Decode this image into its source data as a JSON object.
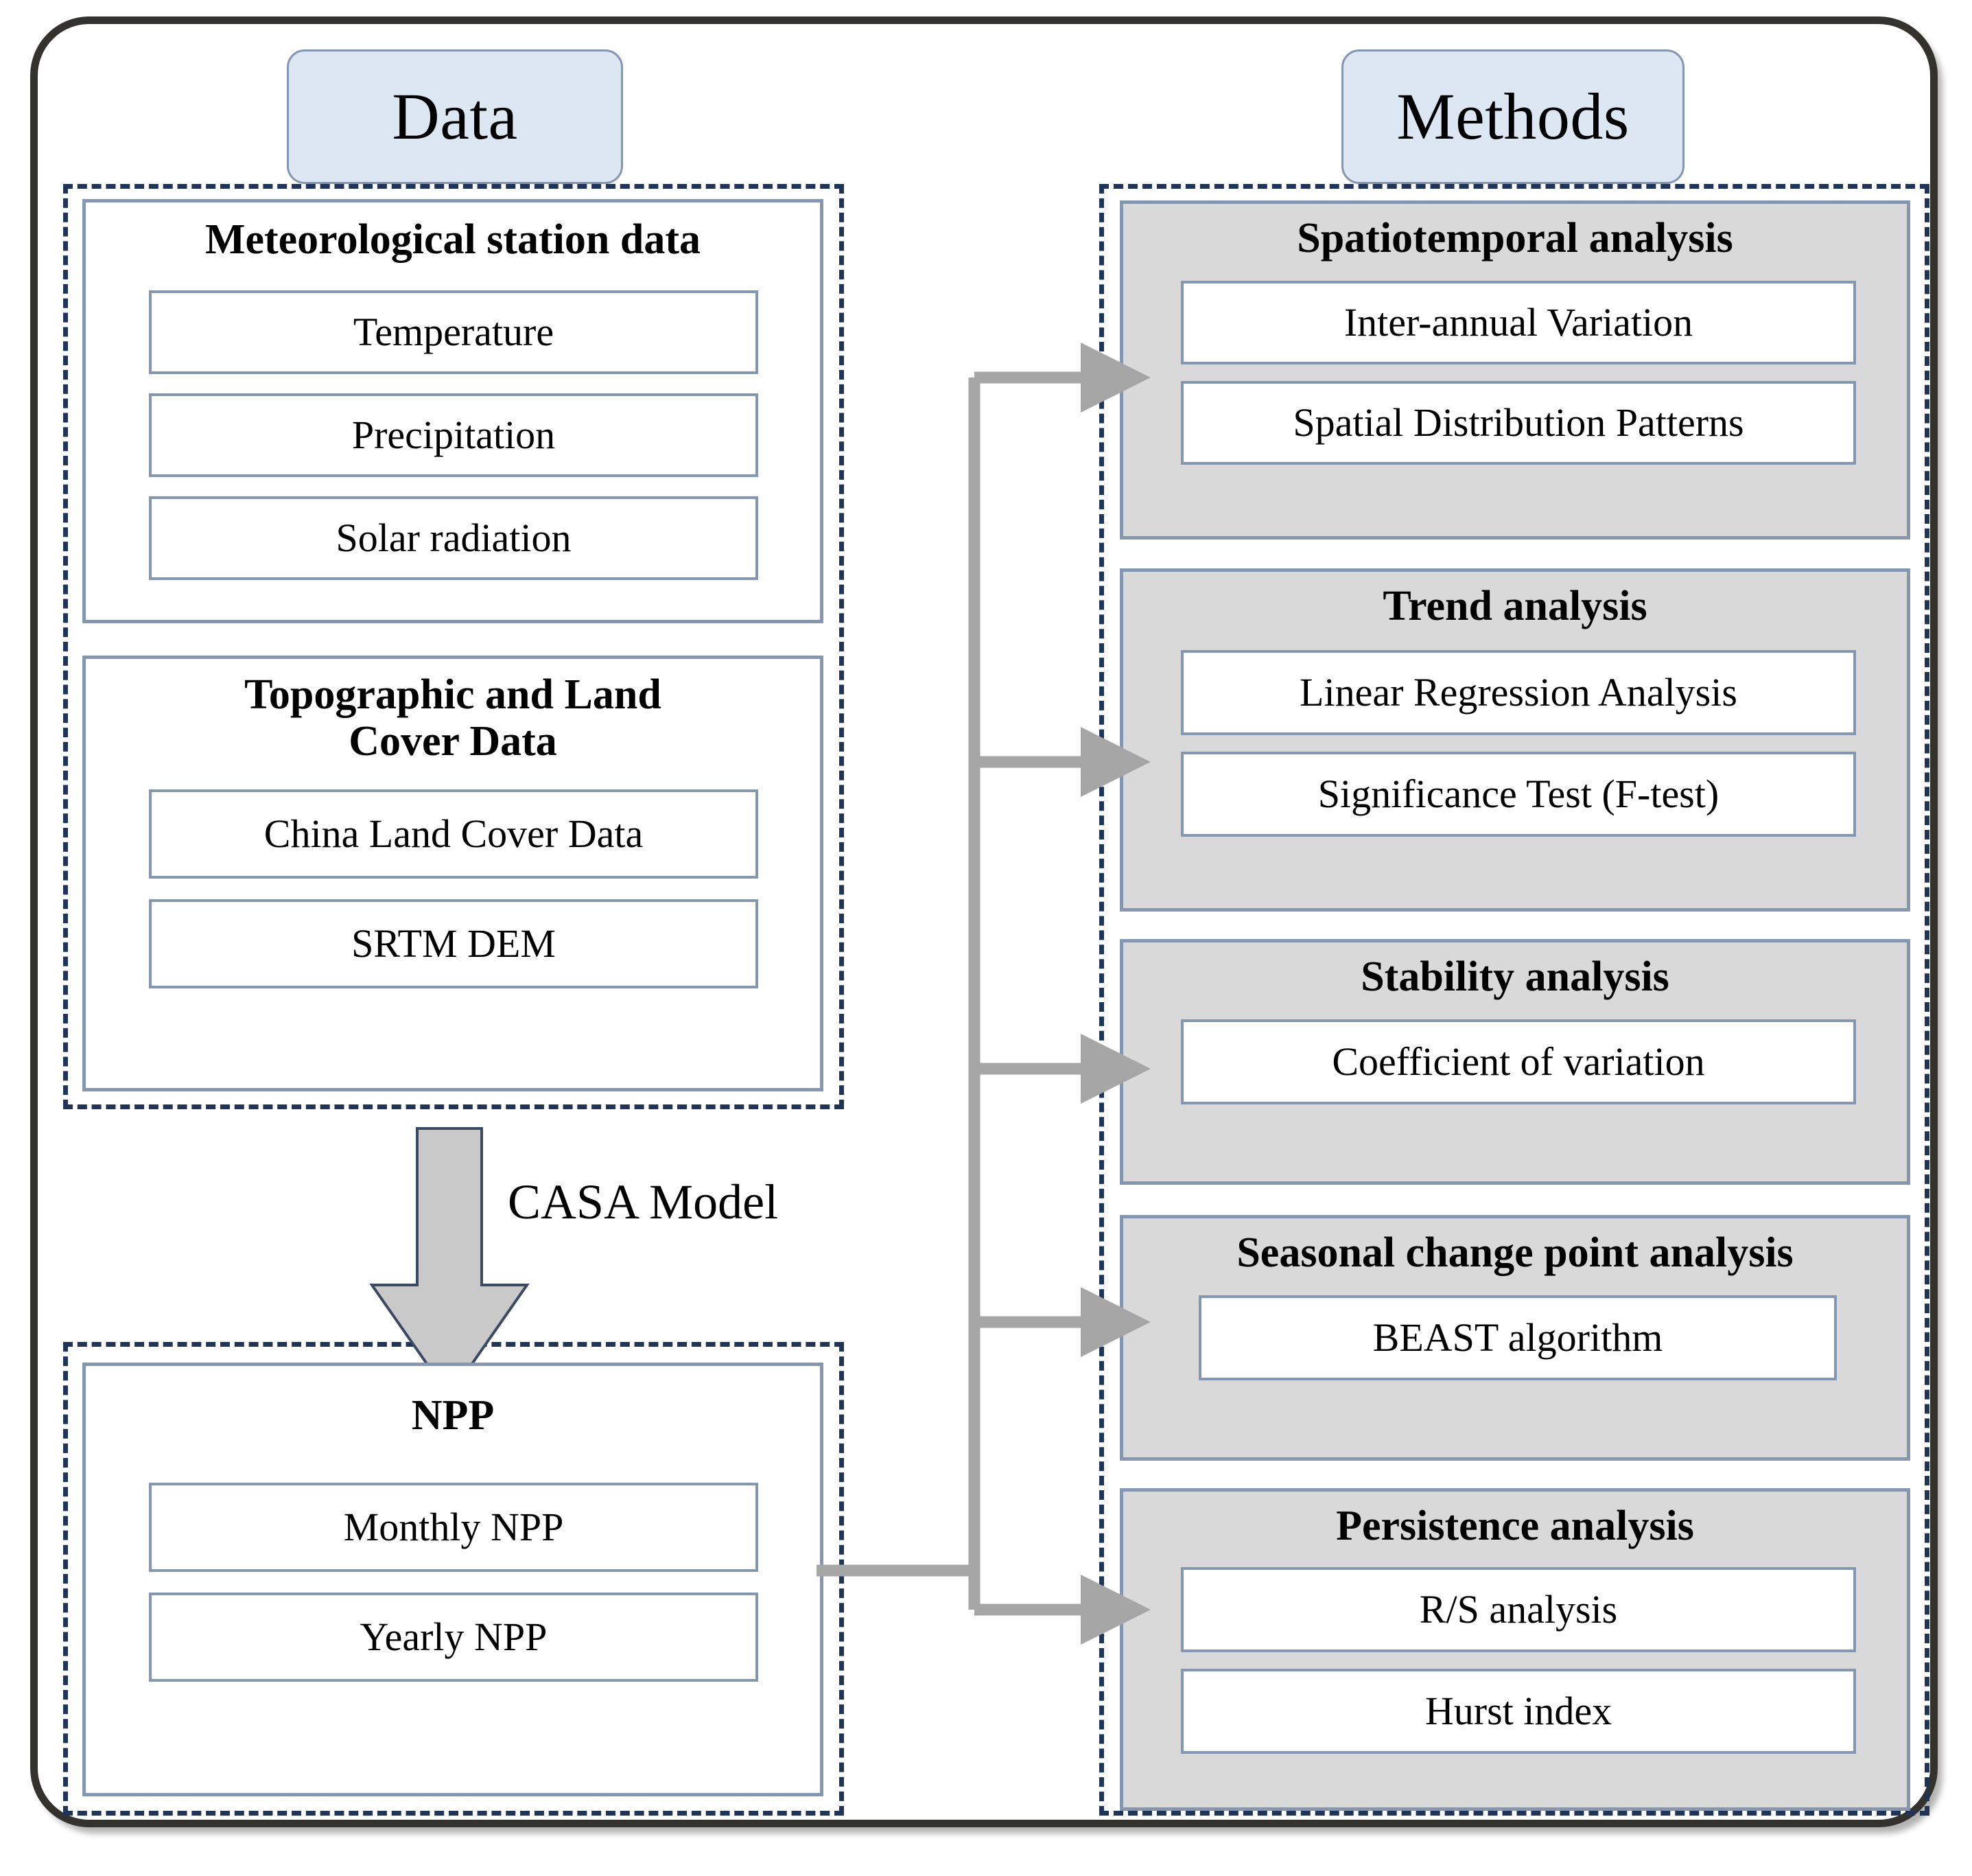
{
  "diagram": {
    "title": "NPP Research Framework Flowchart",
    "colors": {
      "frame_border": "#33322F",
      "dashed_border": "#1F3456",
      "box_border": "#8496B0",
      "pill_fill": "#DDE7F3",
      "section_fill": "#D9D9D9",
      "item_fill": "#FFFFFF",
      "connector": "#A6A6A6",
      "arrow_fill": "#C9C9C9"
    }
  },
  "headers": {
    "data": "Data",
    "methods": "Methods"
  },
  "data_column": {
    "groups": [
      {
        "title": "Meteorological station data",
        "items": [
          "Temperature",
          "Precipitation",
          "Solar radiation"
        ]
      },
      {
        "title": "Topographic and Land Cover Data",
        "title_lines": [
          "Topographic and Land",
          "Cover Data"
        ],
        "items": [
          "China Land Cover Data",
          "SRTM DEM"
        ]
      },
      {
        "title": "NPP",
        "items": [
          "Monthly NPP",
          "Yearly NPP"
        ]
      }
    ]
  },
  "process": {
    "arrow_label": "CASA Model",
    "arrow_icon": "down-block-arrow-icon"
  },
  "methods_column": {
    "sections": [
      {
        "title": "Spatiotemporal analysis",
        "items": [
          "Inter-annual Variation",
          "Spatial Distribution Patterns"
        ]
      },
      {
        "title": "Trend analysis",
        "items": [
          "Linear Regression Analysis",
          "Significance Test (F-test)"
        ]
      },
      {
        "title": "Stability analysis",
        "items": [
          "Coefficient of variation"
        ]
      },
      {
        "title": "Seasonal change point analysis",
        "items": [
          "BEAST algorithm"
        ]
      },
      {
        "title": "Persistence analysis",
        "items": [
          "R/S analysis",
          "Hurst index"
        ]
      }
    ]
  },
  "connectors": {
    "count": 5,
    "icon": "right-arrow-icon",
    "source": "NPP",
    "targets": [
      "Spatiotemporal analysis",
      "Trend analysis",
      "Stability analysis",
      "Seasonal change point analysis",
      "Persistence analysis"
    ]
  }
}
